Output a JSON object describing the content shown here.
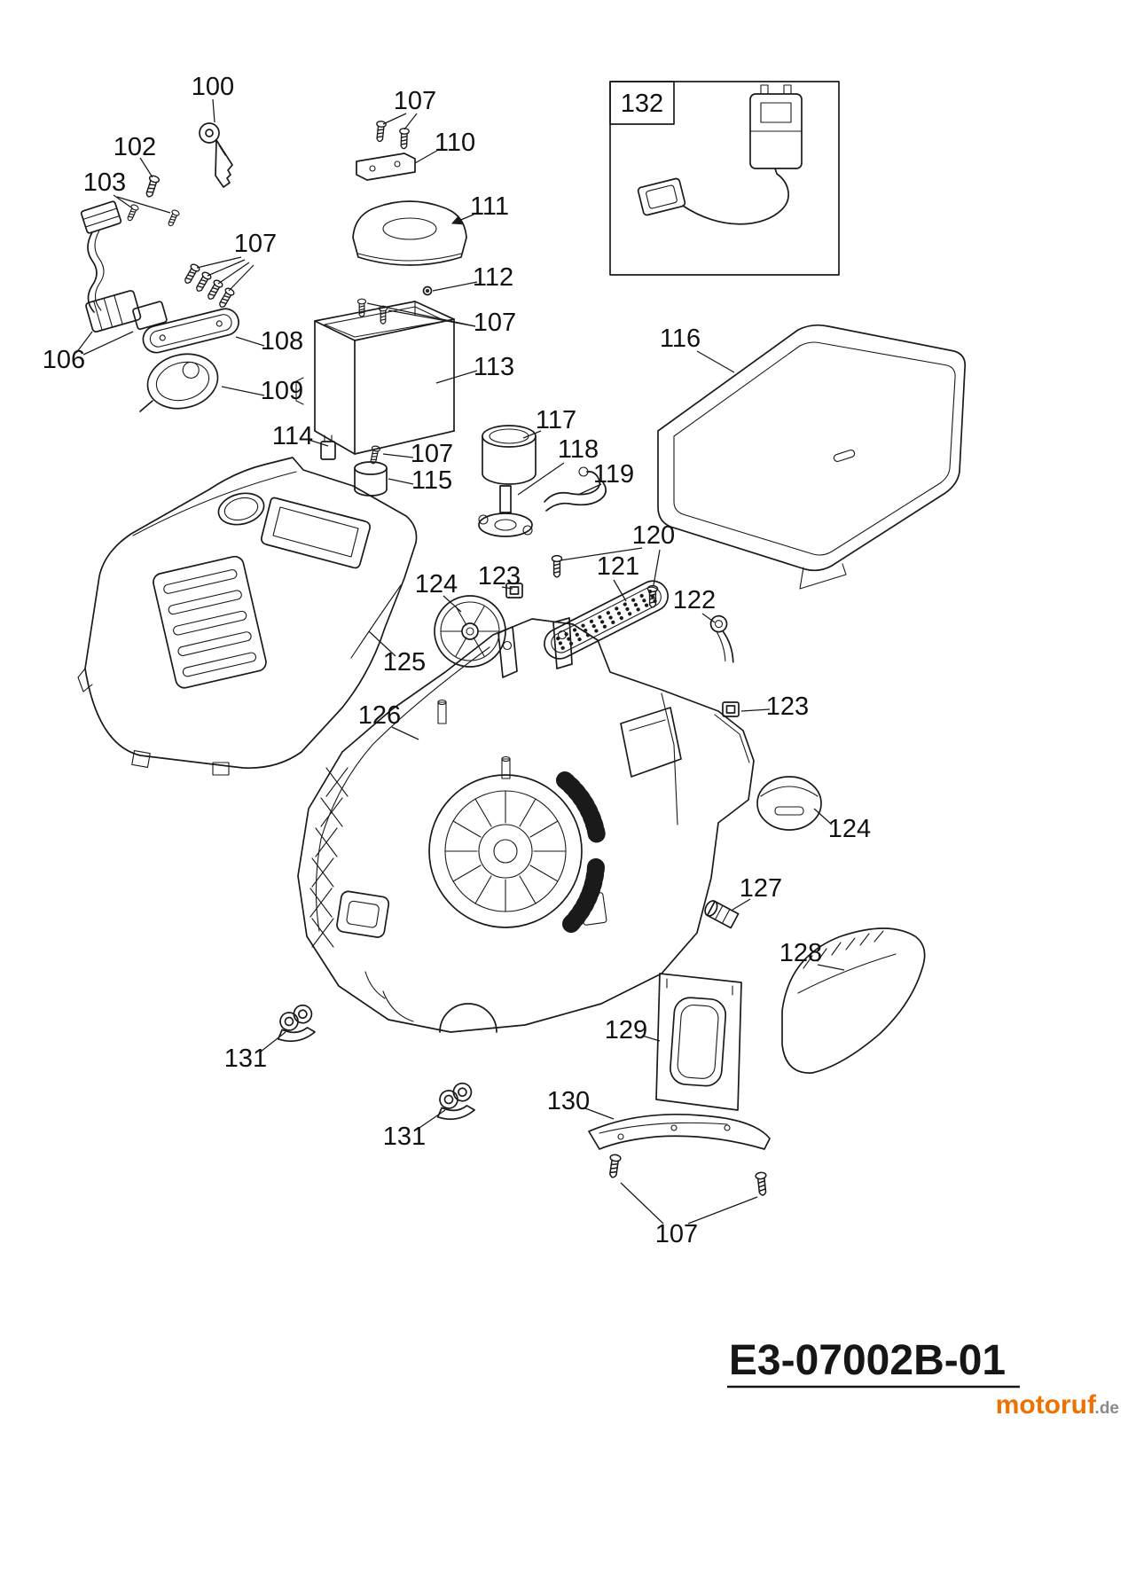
{
  "diagram": {
    "code": "E3-07002B-01",
    "watermark": {
      "name": "motoruf",
      "tld": ".de"
    },
    "colors": {
      "line": "#1a1a1a",
      "code": "#161616",
      "watermark": "#ee7203",
      "watermark_tld": "#8a8a8a"
    },
    "labels": [
      {
        "text": "100"
      },
      {
        "text": "102"
      },
      {
        "text": "103"
      },
      {
        "text": "107"
      },
      {
        "text": "110"
      },
      {
        "text": "111"
      },
      {
        "text": "107"
      },
      {
        "text": "112"
      },
      {
        "text": "107"
      },
      {
        "text": "106"
      },
      {
        "text": "108"
      },
      {
        "text": "113"
      },
      {
        "text": "109"
      },
      {
        "text": "114"
      },
      {
        "text": "107"
      },
      {
        "text": "117"
      },
      {
        "text": "115"
      },
      {
        "text": "118"
      },
      {
        "text": "116"
      },
      {
        "text": "119"
      },
      {
        "text": "120"
      },
      {
        "text": "121"
      },
      {
        "text": "123"
      },
      {
        "text": "124"
      },
      {
        "text": "122"
      },
      {
        "text": "125"
      },
      {
        "text": "123"
      },
      {
        "text": "126"
      },
      {
        "text": "124"
      },
      {
        "text": "127"
      },
      {
        "text": "128"
      },
      {
        "text": "129"
      },
      {
        "text": "131"
      },
      {
        "text": "130"
      },
      {
        "text": "131"
      },
      {
        "text": "107"
      },
      {
        "text": "132"
      }
    ]
  }
}
